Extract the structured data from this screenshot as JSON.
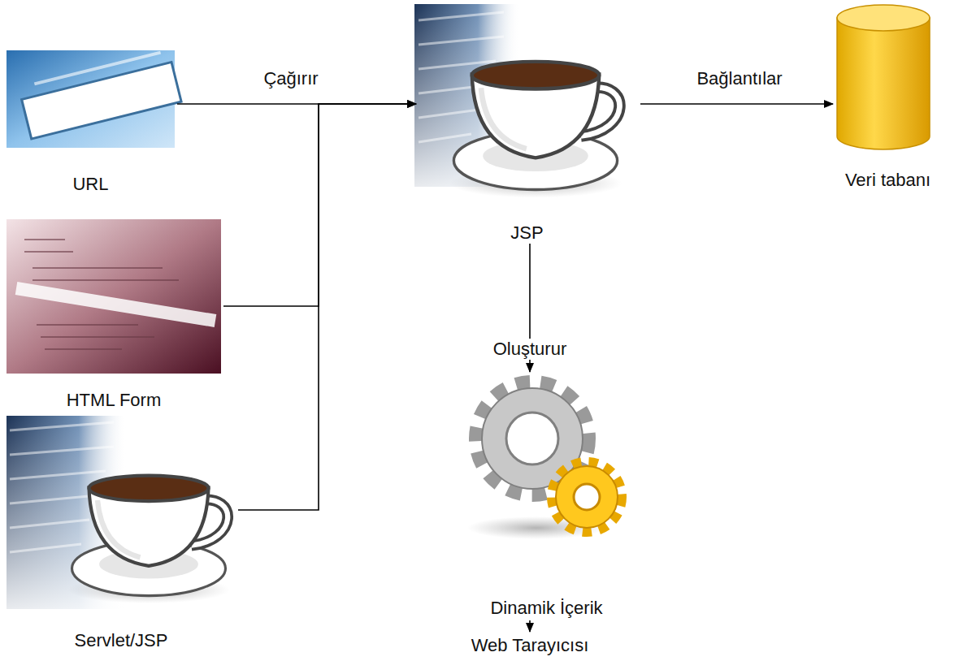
{
  "diagram": {
    "nodes": [
      {
        "text": [
          "URL"
        ]
      },
      {
        "text": [
          "HTML Form"
        ]
      },
      {
        "text": [
          "Servlet/JSP"
        ]
      },
      {
        "text": [
          "JSP"
        ]
      },
      {
        "text": [
          "Veri tabanı"
        ]
      },
      {
        "text": [
          "Dinamik İçerik"
        ]
      },
      {
        "text": [
          "Web Tarayıcısı"
        ]
      }
    ],
    "edges": [
      {
        "from": 0,
        "to": 3,
        "arrow": "to",
        "label": "Çağırır"
      },
      {
        "from": 1,
        "to": 3,
        "arrow": "to"
      },
      {
        "from": 2,
        "to": 3,
        "arrow": "to"
      },
      {
        "from": 3,
        "to": 4,
        "arrow": "to",
        "label": "Bağlantılar"
      },
      {
        "from": 3,
        "to": 5,
        "arrow": "to",
        "label": "Oluşturur"
      },
      {
        "from": 5,
        "to": 6,
        "arrow": "to"
      }
    ]
  }
}
